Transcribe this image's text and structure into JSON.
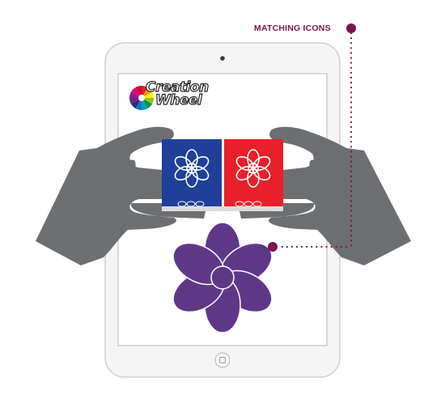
{
  "callout": {
    "label": "MATCHING ICONS",
    "color": "#7a1550"
  },
  "logo": {
    "line1": "Creation",
    "line2": "Wheel",
    "wheel_colors": [
      "#e31e24",
      "#f39200",
      "#ffed00",
      "#95c11f",
      "#009640",
      "#00a0c6",
      "#1d71b8",
      "#312783",
      "#662483",
      "#951b81",
      "#e6007e",
      "#c8102e"
    ]
  },
  "cards": {
    "left_color": "#1f3f99",
    "right_color": "#e8202a",
    "icon": "flower-outline-icon"
  },
  "result": {
    "icon": "flower-icon",
    "color": "#5e3887"
  },
  "colors": {
    "hand": "#6d6e70",
    "tablet_frame": "#f5f5f5",
    "tablet_border": "#cfcfcf"
  }
}
